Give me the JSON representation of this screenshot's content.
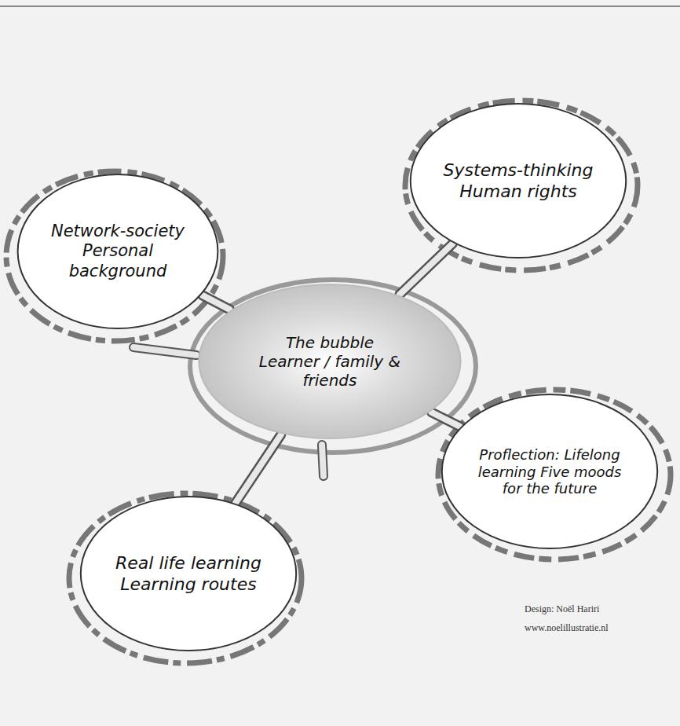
{
  "diagram": {
    "nodes": [
      {
        "text": [
          "The bubble",
          "Learner / family & friends"
        ]
      },
      {
        "text": [
          "Network-society Personal background"
        ]
      },
      {
        "text": [
          "Systems-thinking Human rights"
        ]
      },
      {
        "text": [
          "Proflection: Lifelong learning Five moods for the future"
        ]
      },
      {
        "text": [
          "Real life learning Learning routes"
        ]
      }
    ],
    "edges": [
      {
        "from": 0,
        "to": 1,
        "arrow": "none"
      },
      {
        "from": 0,
        "to": 2,
        "arrow": "none"
      },
      {
        "from": 0,
        "to": 3,
        "arrow": "none"
      },
      {
        "from": 0,
        "to": 4,
        "arrow": "none"
      }
    ],
    "labels": [
      "Design: Noël Hariri",
      "www.noelillustratie.nl"
    ]
  }
}
